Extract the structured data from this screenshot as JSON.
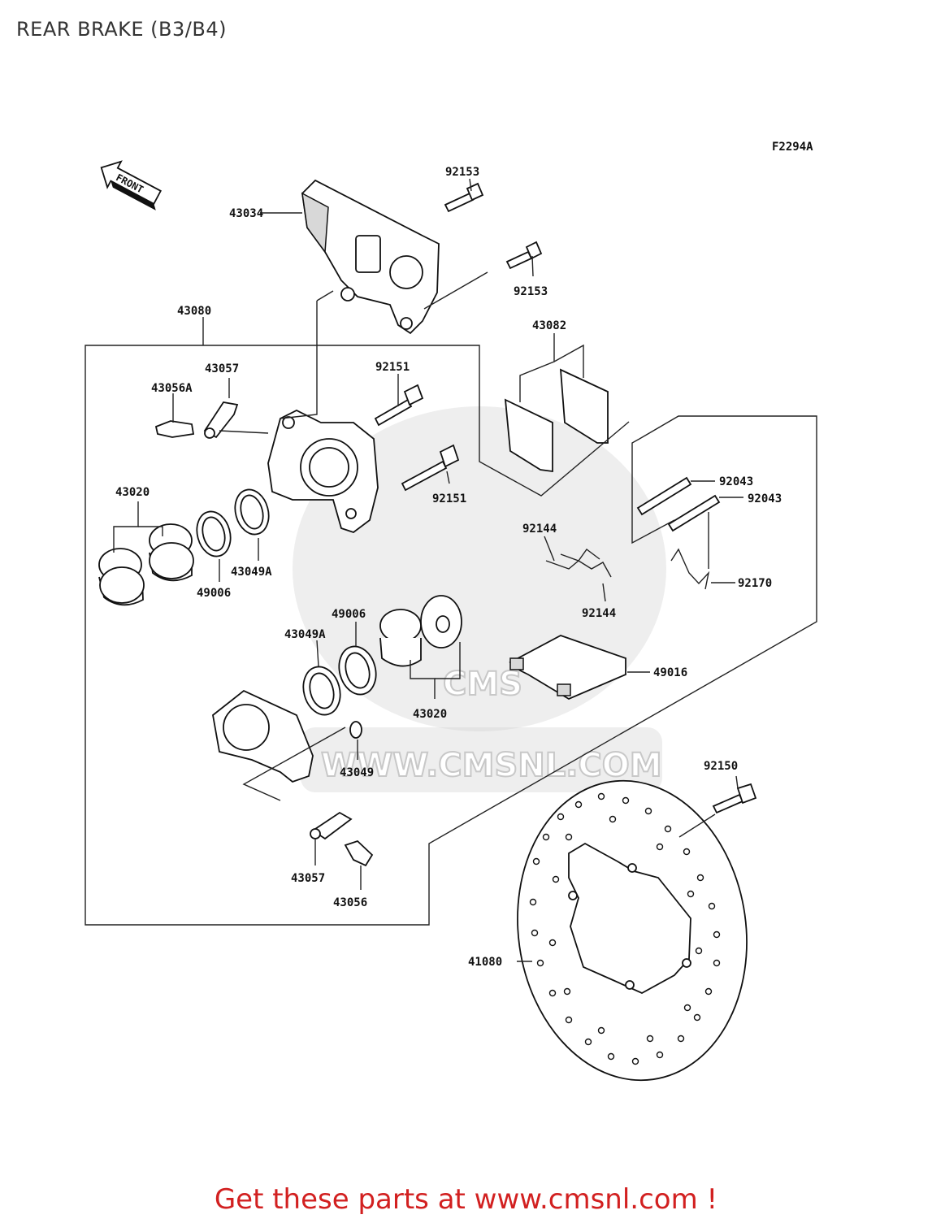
{
  "title": "REAR BRAKE (B3/B4)",
  "figure_code": "F2294A",
  "front_arrow_label": "FRONT",
  "watermark": {
    "url": "WWW.CMSNL.COM",
    "logo": "CMS"
  },
  "footer": "Get these parts at www.cmsnl.com !",
  "parts": {
    "p92153a": "92153",
    "p92153b": "92153",
    "p43034": "43034",
    "p43080": "43080",
    "p43082": "43082",
    "p43057a": "43057",
    "p43056A": "43056A",
    "p92151a": "92151",
    "p92151b": "92151",
    "p43020a": "43020",
    "p43049Aa": "43049A",
    "p49006a": "49006",
    "p92043a": "92043",
    "p92043b": "92043",
    "p92144a": "92144",
    "p92144b": "92144",
    "p92170": "92170",
    "p49006b": "49006",
    "p43049Ab": "43049A",
    "p49016": "49016",
    "p43020b": "43020",
    "p43049": "43049",
    "p92150": "92150",
    "p43057b": "43057",
    "p43056": "43056",
    "p41080": "41080"
  }
}
